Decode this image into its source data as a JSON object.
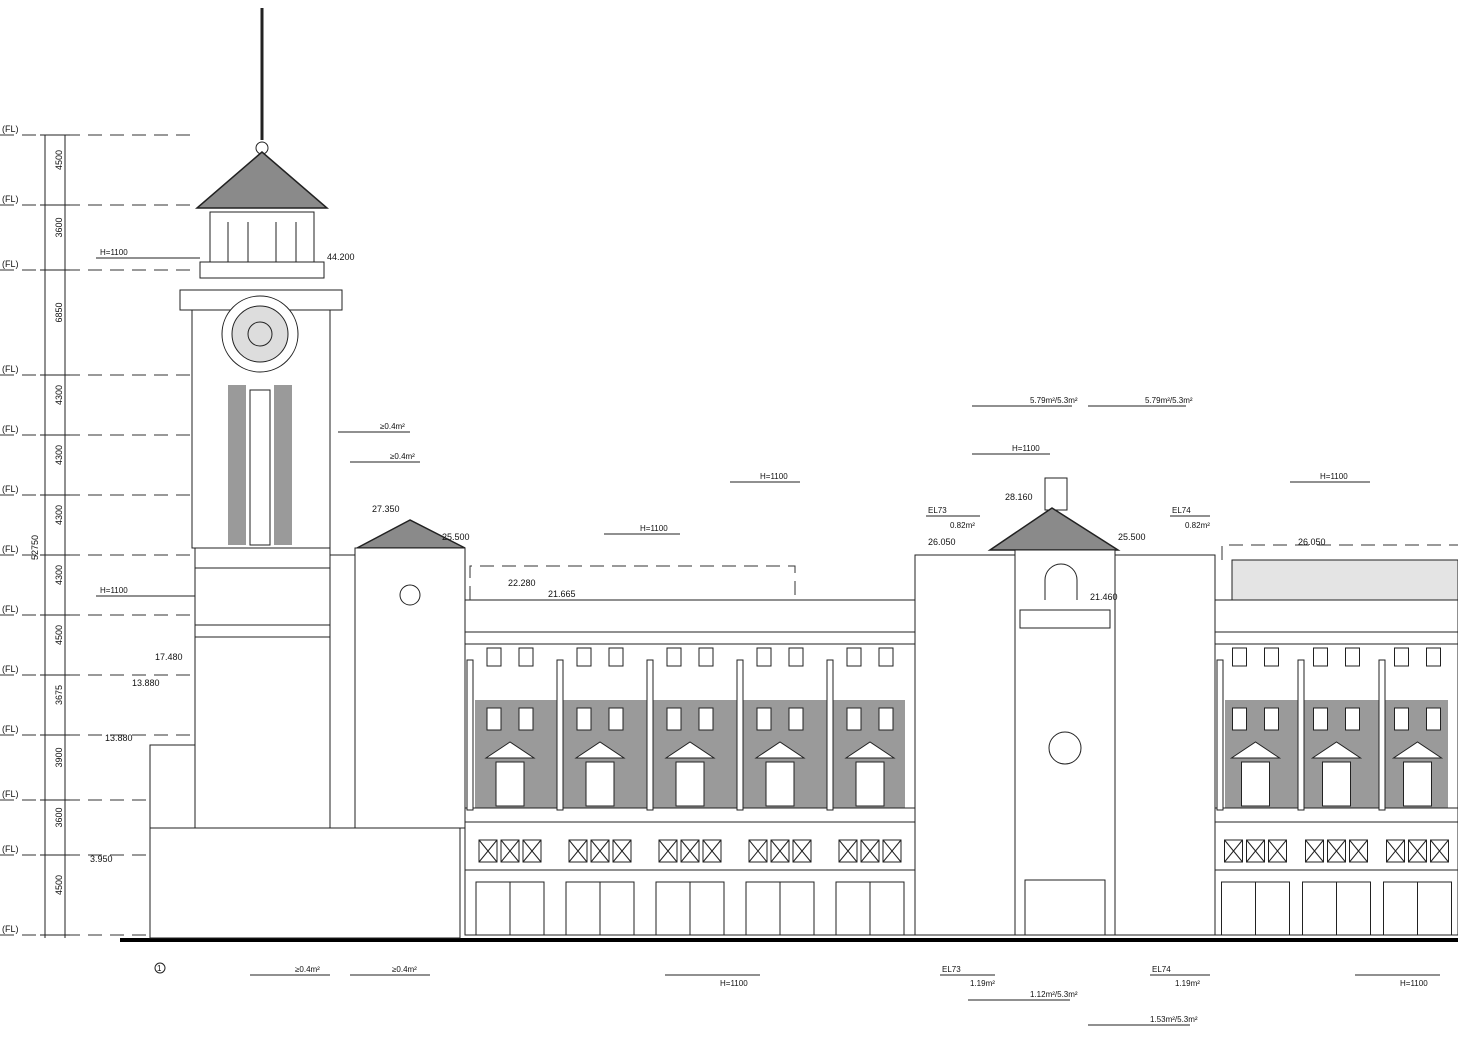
{
  "drawing": {
    "title": "Building elevation",
    "total_dimension": "52750",
    "level_dimensions": [
      "4500",
      "3600",
      "6850",
      "4300",
      "4300",
      "4300",
      "4300",
      "4500",
      "3675",
      "3900",
      "3600",
      "4500"
    ],
    "elevation_marks": {
      "tower_top": "44.200",
      "tower_balcony": "44.200",
      "left_pavilion_apex": "27.350",
      "left_pavilion_eave": "25.500",
      "parapet_left": "22.280",
      "parapet_left_2": "21.665",
      "side_roof": "17.480",
      "side_roof_2": "13.880",
      "canopy": "3.950",
      "center_apex": "28.160",
      "center_eave_left": "26.050",
      "center_eave_right": "25.500",
      "right_roof": "26.050",
      "center_clock": "21.460"
    },
    "level_labels": [
      "(FL)",
      "(FL)",
      "(FL)",
      "(FL)",
      "(FL)",
      "(FL)",
      "(FL)",
      "(FL)",
      "(FL)",
      "(FL)",
      "(FL)",
      "(FL)",
      "(FL)"
    ],
    "annotations": {
      "railing": "H=1100",
      "vent_area": "≥0.4m²",
      "vent_area_2": "5.79m²/5.3m²",
      "el73": "EL73",
      "el74": "EL74",
      "vent_small": "0.82m²",
      "vent_bottom": "1.19m²",
      "vent_bottom_2": "1.12m²/5.3m²",
      "vent_bottom_3": "1.53m²/5.3m²",
      "axis_mark": "1"
    }
  }
}
